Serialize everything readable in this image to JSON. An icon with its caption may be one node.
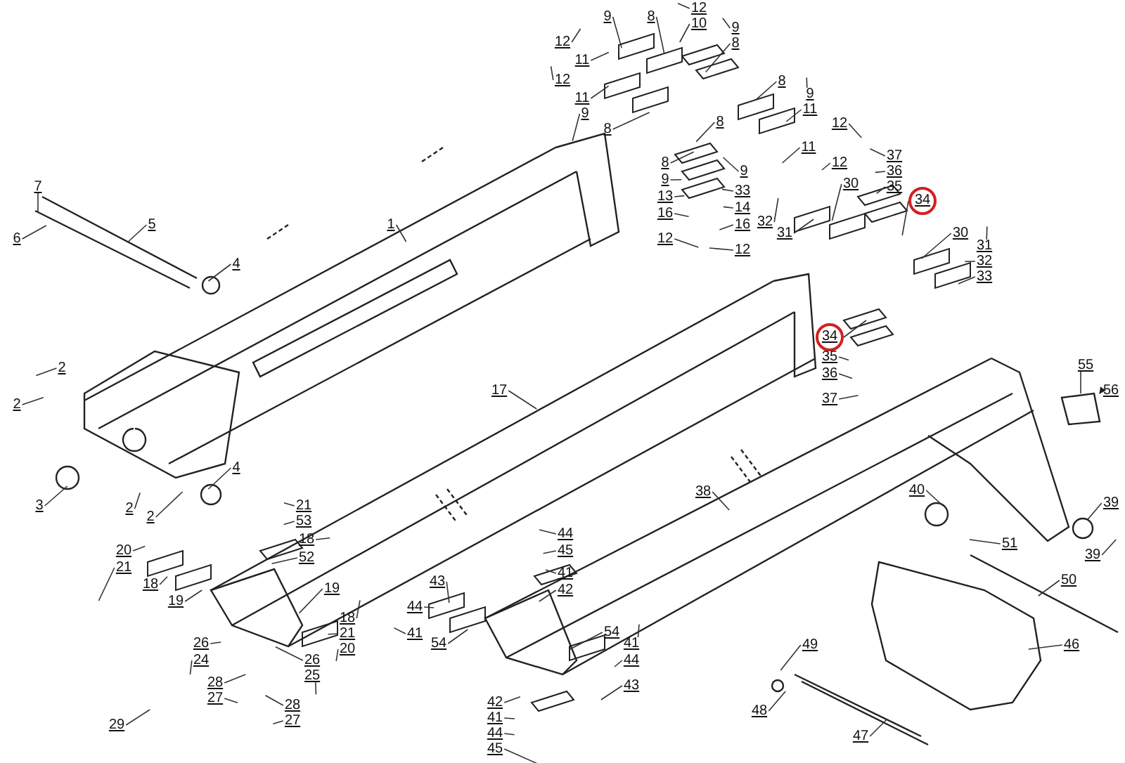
{
  "diagram": {
    "nodes": [
      {
        "text": [
          "12"
        ]
      },
      {
        "text": [
          "10"
        ]
      },
      {
        "text": [
          "9"
        ]
      },
      {
        "text": [
          "8"
        ]
      },
      {
        "text": [
          "9"
        ]
      },
      {
        "text": [
          "8"
        ]
      },
      {
        "text": [
          "12"
        ]
      },
      {
        "text": [
          "11"
        ]
      },
      {
        "text": [
          "12"
        ]
      },
      {
        "text": [
          "11"
        ]
      },
      {
        "text": [
          "8"
        ]
      },
      {
        "text": [
          "9"
        ]
      },
      {
        "text": [
          "11"
        ]
      },
      {
        "text": [
          "12"
        ]
      },
      {
        "text": [
          "8"
        ]
      },
      {
        "text": [
          "9"
        ]
      },
      {
        "text": [
          "8"
        ]
      },
      {
        "text": [
          "11"
        ]
      },
      {
        "text": [
          "12"
        ]
      },
      {
        "text": [
          "8"
        ]
      },
      {
        "text": [
          "9"
        ]
      },
      {
        "text": [
          "9"
        ]
      },
      {
        "text": [
          "13"
        ]
      },
      {
        "text": [
          "37"
        ]
      },
      {
        "text": [
          "36"
        ]
      },
      {
        "text": [
          "35"
        ]
      },
      {
        "text": [
          "30"
        ]
      },
      {
        "text": [
          "34"
        ]
      },
      {
        "text": [
          "33"
        ]
      },
      {
        "text": [
          "14"
        ]
      },
      {
        "text": [
          "16"
        ]
      },
      {
        "text": [
          "16"
        ]
      },
      {
        "text": [
          "12"
        ]
      },
      {
        "text": [
          "12"
        ]
      },
      {
        "text": [
          "32"
        ]
      },
      {
        "text": [
          "31"
        ]
      },
      {
        "text": [
          "30"
        ]
      },
      {
        "text": [
          "31"
        ]
      },
      {
        "text": [
          "32"
        ]
      },
      {
        "text": [
          "33"
        ]
      },
      {
        "text": [
          "7"
        ]
      },
      {
        "text": [
          "5"
        ]
      },
      {
        "text": [
          "6"
        ]
      },
      {
        "text": [
          "1"
        ]
      },
      {
        "text": [
          "4"
        ]
      },
      {
        "text": [
          "34"
        ]
      },
      {
        "text": [
          "35"
        ]
      },
      {
        "text": [
          "36"
        ]
      },
      {
        "text": [
          "37"
        ]
      },
      {
        "text": [
          "2"
        ]
      },
      {
        "text": [
          "2"
        ]
      },
      {
        "text": [
          "17"
        ]
      },
      {
        "text": [
          "55"
        ]
      },
      {
        "text": [
          "56"
        ]
      },
      {
        "text": [
          "38"
        ]
      },
      {
        "text": [
          "40"
        ]
      },
      {
        "text": [
          "39"
        ]
      },
      {
        "text": [
          "3"
        ]
      },
      {
        "text": [
          "4"
        ]
      },
      {
        "text": [
          "2"
        ]
      },
      {
        "text": [
          "2"
        ]
      },
      {
        "text": [
          "51"
        ]
      },
      {
        "text": [
          "39"
        ]
      },
      {
        "text": [
          "21"
        ]
      },
      {
        "text": [
          "53"
        ]
      },
      {
        "text": [
          "20"
        ]
      },
      {
        "text": [
          "21"
        ]
      },
      {
        "text": [
          "18"
        ]
      },
      {
        "text": [
          "52"
        ]
      },
      {
        "text": [
          "18"
        ]
      },
      {
        "text": [
          "19"
        ]
      },
      {
        "text": [
          "19"
        ]
      },
      {
        "text": [
          "44"
        ]
      },
      {
        "text": [
          "45"
        ]
      },
      {
        "text": [
          "41"
        ]
      },
      {
        "text": [
          "42"
        ]
      },
      {
        "text": [
          "43"
        ]
      },
      {
        "text": [
          "50"
        ]
      },
      {
        "text": [
          "44"
        ]
      },
      {
        "text": [
          "18"
        ]
      },
      {
        "text": [
          "21"
        ]
      },
      {
        "text": [
          "20"
        ]
      },
      {
        "text": [
          "41"
        ]
      },
      {
        "text": [
          "54"
        ]
      },
      {
        "text": [
          "54"
        ]
      },
      {
        "text": [
          "41"
        ]
      },
      {
        "text": [
          "44"
        ]
      },
      {
        "text": [
          "43"
        ]
      },
      {
        "text": [
          "26"
        ]
      },
      {
        "text": [
          "24"
        ]
      },
      {
        "text": [
          "26"
        ]
      },
      {
        "text": [
          "25"
        ]
      },
      {
        "text": [
          "46"
        ]
      },
      {
        "text": [
          "49"
        ]
      },
      {
        "text": [
          "28"
        ]
      },
      {
        "text": [
          "27"
        ]
      },
      {
        "text": [
          "42"
        ]
      },
      {
        "text": [
          "28"
        ]
      },
      {
        "text": [
          "41"
        ]
      },
      {
        "text": [
          "27"
        ]
      },
      {
        "text": [
          "29"
        ]
      },
      {
        "text": [
          "48"
        ]
      },
      {
        "text": [
          "44"
        ]
      },
      {
        "text": [
          "45"
        ]
      },
      {
        "text": [
          "47"
        ]
      },
      {
        "text": [],
        "shape": "box"
      }
    ],
    "edges": [
      {
        "from": 0,
        "to": null,
        "arrow": "none"
      },
      {
        "from": 1,
        "to": null,
        "arrow": "none"
      },
      {
        "from": 2,
        "to": null,
        "arrow": "none"
      },
      {
        "from": 3,
        "to": null,
        "arrow": "none"
      },
      {
        "from": 4,
        "to": null,
        "arrow": "none"
      },
      {
        "from": 5,
        "to": null,
        "arrow": "none"
      },
      {
        "from": 6,
        "to": null,
        "arrow": "none"
      },
      {
        "from": 7,
        "to": null,
        "arrow": "none"
      },
      {
        "from": 8,
        "to": null,
        "arrow": "none"
      },
      {
        "from": 9,
        "to": null,
        "arrow": "none"
      },
      {
        "from": 10,
        "to": null,
        "arrow": "none"
      },
      {
        "from": 11,
        "to": null,
        "arrow": "none"
      },
      {
        "from": 12,
        "to": null,
        "arrow": "none"
      },
      {
        "from": 13,
        "to": null,
        "arrow": "none"
      },
      {
        "from": 14,
        "to": null,
        "arrow": "none"
      },
      {
        "from": 15,
        "to": null,
        "arrow": "none"
      },
      {
        "from": 16,
        "to": null,
        "arrow": "none"
      },
      {
        "from": 17,
        "to": null,
        "arrow": "none"
      },
      {
        "from": 18,
        "to": null,
        "arrow": "none"
      },
      {
        "from": 19,
        "to": null,
        "arrow": "none"
      },
      {
        "from": 20,
        "to": null,
        "arrow": "none"
      },
      {
        "from": 21,
        "to": null,
        "arrow": "none"
      },
      {
        "from": 22,
        "to": null,
        "arrow": "none"
      },
      {
        "from": 23,
        "to": null,
        "arrow": "none"
      },
      {
        "from": 24,
        "to": null,
        "arrow": "none"
      },
      {
        "from": 25,
        "to": null,
        "arrow": "none"
      },
      {
        "from": 26,
        "to": null,
        "arrow": "none"
      },
      {
        "from": 27,
        "to": null,
        "arrow": "none"
      },
      {
        "from": 28,
        "to": null,
        "arrow": "none"
      },
      {
        "from": 29,
        "to": null,
        "arrow": "none"
      },
      {
        "from": 30,
        "to": null,
        "arrow": "none"
      },
      {
        "from": 31,
        "to": null,
        "arrow": "none"
      },
      {
        "from": 32,
        "to": null,
        "arrow": "none"
      },
      {
        "from": 33,
        "to": null,
        "arrow": "none"
      },
      {
        "from": 34,
        "to": null,
        "arrow": "none"
      },
      {
        "from": 35,
        "to": null,
        "arrow": "none"
      },
      {
        "from": 36,
        "to": null,
        "arrow": "none"
      },
      {
        "from": 37,
        "to": null,
        "arrow": "none"
      },
      {
        "from": 38,
        "to": null,
        "arrow": "none"
      },
      {
        "from": 39,
        "to": null,
        "arrow": "none"
      },
      {
        "from": 40,
        "to": null,
        "arrow": "none"
      },
      {
        "from": 41,
        "to": null,
        "arrow": "none"
      },
      {
        "from": 42,
        "to": null,
        "arrow": "none"
      },
      {
        "from": 43,
        "to": null,
        "arrow": "none"
      },
      {
        "from": 44,
        "to": null,
        "arrow": "none"
      },
      {
        "from": 45,
        "to": null,
        "arrow": "none"
      },
      {
        "from": 46,
        "to": null,
        "arrow": "none"
      },
      {
        "from": 47,
        "to": null,
        "arrow": "none"
      },
      {
        "from": 48,
        "to": null,
        "arrow": "none"
      },
      {
        "from": 49,
        "to": null,
        "arrow": "none"
      },
      {
        "from": 50,
        "to": null,
        "arrow": "none"
      },
      {
        "from": 51,
        "to": null,
        "arrow": "none"
      },
      {
        "from": 52,
        "to": 105,
        "arrow": "none"
      },
      {
        "from": 53,
        "to": 105,
        "arrow": "to"
      },
      {
        "from": 54,
        "to": null,
        "arrow": "none"
      },
      {
        "from": 55,
        "to": null,
        "arrow": "none"
      },
      {
        "from": 56,
        "to": null,
        "arrow": "none"
      },
      {
        "from": 57,
        "to": null,
        "arrow": "none"
      },
      {
        "from": 58,
        "to": null,
        "arrow": "none"
      },
      {
        "from": 59,
        "to": null,
        "arrow": "none"
      },
      {
        "from": 60,
        "to": null,
        "arrow": "none"
      },
      {
        "from": 61,
        "to": null,
        "arrow": "none"
      },
      {
        "from": 62,
        "to": null,
        "arrow": "none"
      },
      {
        "from": 63,
        "to": null,
        "arrow": "none"
      },
      {
        "from": 64,
        "to": null,
        "arrow": "none"
      },
      {
        "from": 65,
        "to": null,
        "arrow": "none"
      },
      {
        "from": 66,
        "to": null,
        "arrow": "none"
      },
      {
        "from": 67,
        "to": null,
        "arrow": "none"
      },
      {
        "from": 68,
        "to": null,
        "arrow": "none"
      },
      {
        "from": 69,
        "to": null,
        "arrow": "none"
      },
      {
        "from": 70,
        "to": null,
        "arrow": "none"
      },
      {
        "from": 71,
        "to": null,
        "arrow": "none"
      },
      {
        "from": 72,
        "to": null,
        "arrow": "none"
      },
      {
        "from": 73,
        "to": null,
        "arrow": "none"
      },
      {
        "from": 74,
        "to": null,
        "arrow": "none"
      },
      {
        "from": 75,
        "to": null,
        "arrow": "none"
      },
      {
        "from": 76,
        "to": null,
        "arrow": "none"
      },
      {
        "from": 77,
        "to": null,
        "arrow": "none"
      },
      {
        "from": 78,
        "to": null,
        "arrow": "none"
      },
      {
        "from": 79,
        "to": null,
        "arrow": "none"
      },
      {
        "from": 80,
        "to": null,
        "arrow": "none"
      },
      {
        "from": 81,
        "to": null,
        "arrow": "none"
      },
      {
        "from": 82,
        "to": null,
        "arrow": "none"
      },
      {
        "from": 83,
        "to": null,
        "arrow": "none"
      },
      {
        "from": 84,
        "to": null,
        "arrow": "none"
      },
      {
        "from": 85,
        "to": null,
        "arrow": "none"
      },
      {
        "from": 86,
        "to": null,
        "arrow": "none"
      },
      {
        "from": 87,
        "to": null,
        "arrow": "none"
      },
      {
        "from": 88,
        "to": null,
        "arrow": "none"
      },
      {
        "from": 89,
        "to": null,
        "arrow": "none"
      },
      {
        "from": 90,
        "to": null,
        "arrow": "none"
      },
      {
        "from": 91,
        "to": null,
        "arrow": "none"
      },
      {
        "from": 92,
        "to": null,
        "arrow": "none"
      },
      {
        "from": 93,
        "to": null,
        "arrow": "none"
      },
      {
        "from": 94,
        "to": null,
        "arrow": "none"
      },
      {
        "from": 95,
        "to": null,
        "arrow": "none"
      },
      {
        "from": 96,
        "to": null,
        "arrow": "none"
      },
      {
        "from": 97,
        "to": null,
        "arrow": "none"
      },
      {
        "from": 98,
        "to": null,
        "arrow": "none"
      },
      {
        "from": 99,
        "to": null,
        "arrow": "none"
      },
      {
        "from": 100,
        "to": null,
        "arrow": "none"
      },
      {
        "from": 101,
        "to": null,
        "arrow": "none"
      },
      {
        "from": 102,
        "to": null,
        "arrow": "none"
      },
      {
        "from": 103,
        "to": null,
        "arrow": "none"
      },
      {
        "from": 104,
        "to": null,
        "arrow": "none"
      }
    ]
  }
}
